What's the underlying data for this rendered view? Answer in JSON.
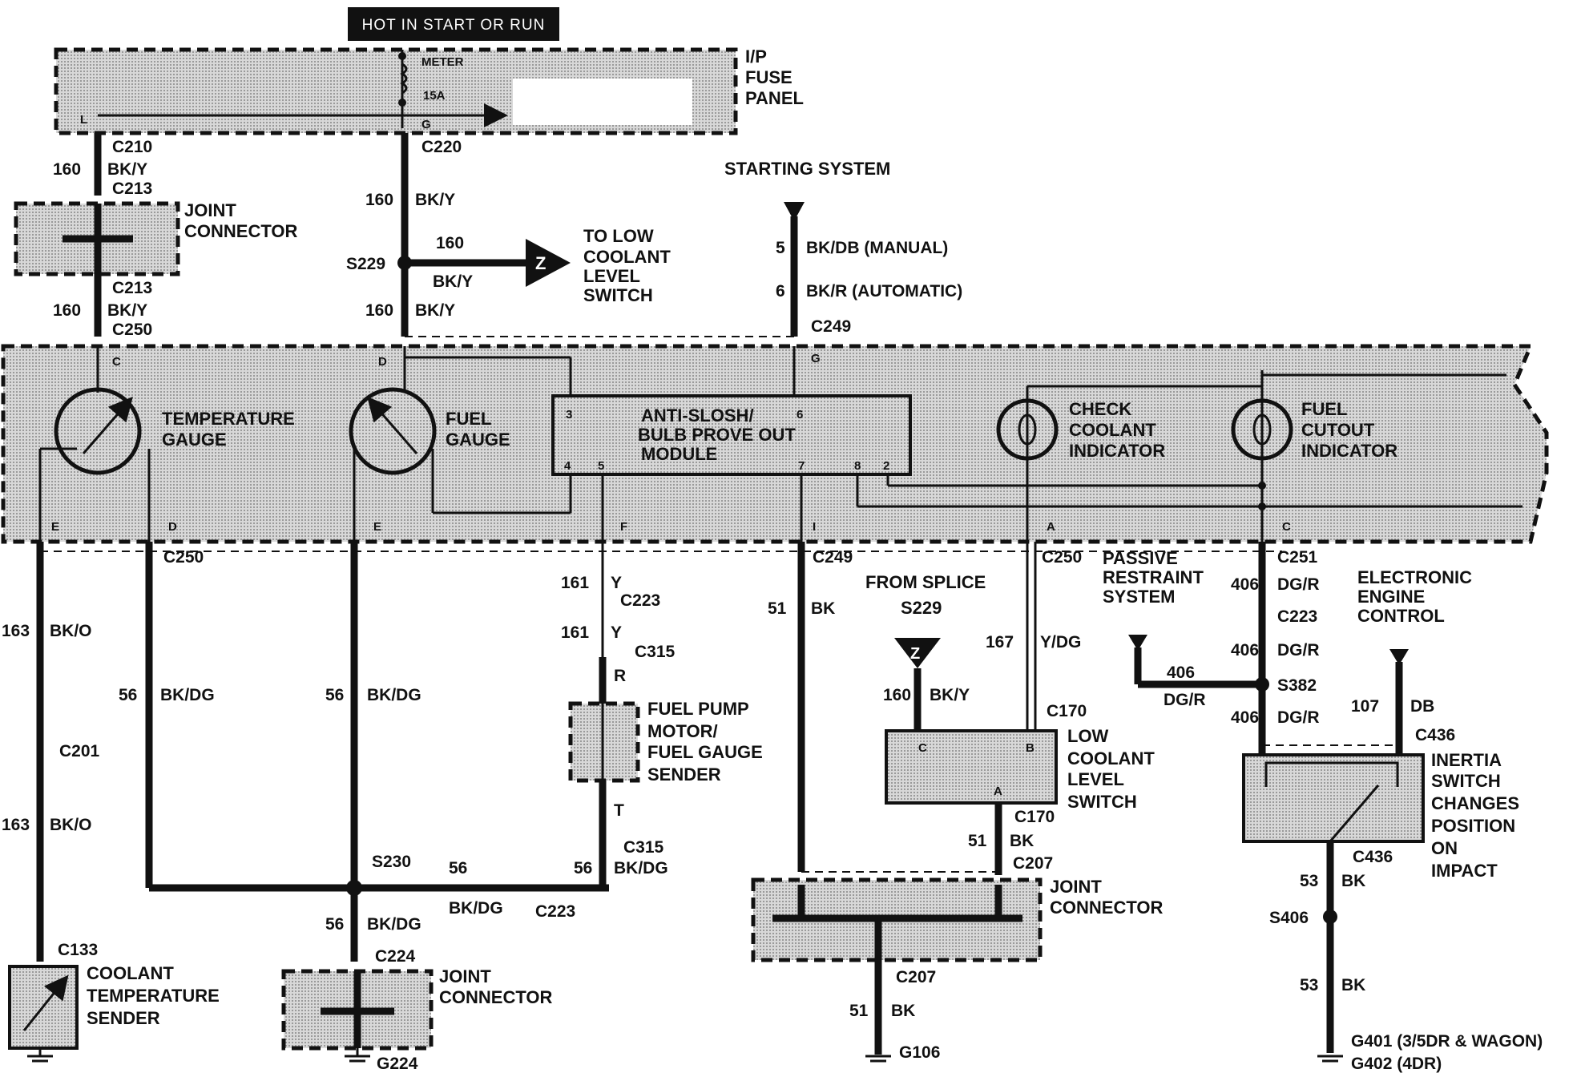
{
  "header": {
    "title": "HOT IN START OR RUN"
  },
  "fuse_panel": {
    "name_lines": [
      "I/P",
      "FUSE",
      "PANEL"
    ],
    "fuse_label": "METER",
    "fuse_rating": "15A",
    "pin_l": "L",
    "pin_g": "G"
  },
  "left_branch": {
    "c210": "C210",
    "c213_top": "C213",
    "c213_bot": "C213",
    "c250": "C250",
    "circuit_a": "160",
    "color_a": "BK/Y",
    "circuit_b": "160",
    "color_b": "BK/Y",
    "joint_connector_lines": [
      "JOINT",
      "CONNECTOR"
    ]
  },
  "center_branch": {
    "c220": "C220",
    "circuit_1": "160",
    "color_1": "BK/Y",
    "splice": "S229",
    "branch_circuit": "160",
    "branch_color": "BK/Y",
    "circuit_2": "160",
    "color_2": "BK/Y",
    "arrow_letter": "Z",
    "to_lines": [
      "TO LOW",
      "COOLANT",
      "LEVEL",
      "SWITCH"
    ]
  },
  "starting_system": {
    "title": "STARTING SYSTEM",
    "circuit_manual": "5",
    "color_manual": "BK/DB (MANUAL)",
    "circuit_auto": "6",
    "color_auto": "BK/R (AUTOMATIC)",
    "connector": "C249"
  },
  "cluster": {
    "temperature_gauge_lines": [
      "TEMPERATURE",
      "GAUGE"
    ],
    "fuel_gauge_lines": [
      "FUEL",
      "GAUGE"
    ],
    "module_lines": [
      "ANTI-SLOSH/",
      "BULB PROVE OUT",
      "MODULE"
    ],
    "check_coolant_lines": [
      "CHECK",
      "COOLANT",
      "INDICATOR"
    ],
    "fuel_cutout_lines": [
      "FUEL",
      "CUTOUT",
      "INDICATOR"
    ],
    "module_pins": [
      "3",
      "6",
      "4",
      "5",
      "7",
      "8",
      "2"
    ],
    "top_pins": [
      "C",
      "D",
      "G"
    ],
    "bottom_pins": [
      "E",
      "D",
      "E",
      "F",
      "I",
      "A",
      "C"
    ]
  },
  "temp_circuit": {
    "c250": "C250",
    "circuit_1": "163",
    "color_1": "BK/O",
    "c201": "C201",
    "circuit_2": "163",
    "color_2": "BK/O",
    "c133": "C133",
    "sender_lines": [
      "COOLANT",
      "TEMPERATURE",
      "SENDER"
    ],
    "circuit_d": "56",
    "color_d": "BK/DG"
  },
  "fuel_gauge_circuit": {
    "circuit": "56",
    "color": "BK/DG",
    "splice": "S230",
    "h_circuit": "56",
    "h_color": "BK/DG",
    "c223": "C223",
    "down_circuit": "56",
    "down_color": "BK/DG",
    "c224": "C224",
    "joint_connector_lines": [
      "JOINT",
      "CONNECTOR"
    ],
    "ground": "G224"
  },
  "fuel_sender_circuit": {
    "circuit_1": "161",
    "color_1": "Y",
    "c223": "C223",
    "circuit_2": "161",
    "color_2": "Y",
    "c315_top": "C315",
    "r_color": "R",
    "sender_lines": [
      "FUEL PUMP",
      "MOTOR/",
      "FUEL GAUGE",
      "SENDER"
    ],
    "t_color": "T",
    "c315_bot": "C315",
    "circuit_3": "56",
    "color_3": "BK/DG"
  },
  "ground_circuit": {
    "c249": "C249",
    "circuit": "51",
    "color": "BK",
    "joint_connector_lines": [
      "JOINT",
      "CONNECTOR"
    ],
    "c207_bot": "C207",
    "circuit_2": "51",
    "color_2": "BK",
    "ground": "G106"
  },
  "low_coolant": {
    "from_lines": [
      "FROM SPLICE",
      "S229"
    ],
    "arrow_letter": "Z",
    "circuit_z": "160",
    "color_z": "BK/Y",
    "c250": "C250",
    "circuit_y": "167",
    "color_y": "Y/DG",
    "c170_top": "C170",
    "switch_lines": [
      "LOW",
      "COOLANT",
      "LEVEL",
      "SWITCH"
    ],
    "pins": [
      "C",
      "B",
      "A"
    ],
    "c170_bot": "C170",
    "circuit_bk": "51",
    "color_bk": "BK",
    "c207": "C207"
  },
  "fuel_cutout_circuit": {
    "passive_lines": [
      "PASSIVE",
      "RESTRAINT",
      "SYSTEM"
    ],
    "c251": "C251",
    "circuit_1": "406",
    "color_1": "DG/R",
    "c223": "C223",
    "circuit_2": "406",
    "color_2": "DG/R",
    "splice": "S382",
    "branch_circuit": "406",
    "branch_color": "DG/R",
    "circuit_3": "406",
    "color_3": "DG/R",
    "eec_lines": [
      "ELECTRONIC",
      "ENGINE",
      "CONTROL"
    ],
    "circuit_eec": "107",
    "color_eec": "DB",
    "c436_top": "C436",
    "inertia_lines": [
      "INERTIA",
      "SWITCH",
      "CHANGES",
      "POSITION",
      "ON",
      "IMPACT"
    ],
    "c436_bot": "C436",
    "circuit_4": "53",
    "color_4": "BK",
    "s406": "S406",
    "circuit_5": "53",
    "color_5": "BK",
    "g401": "G401 (3/5DR & WAGON)",
    "g402": "G402 (4DR)"
  }
}
